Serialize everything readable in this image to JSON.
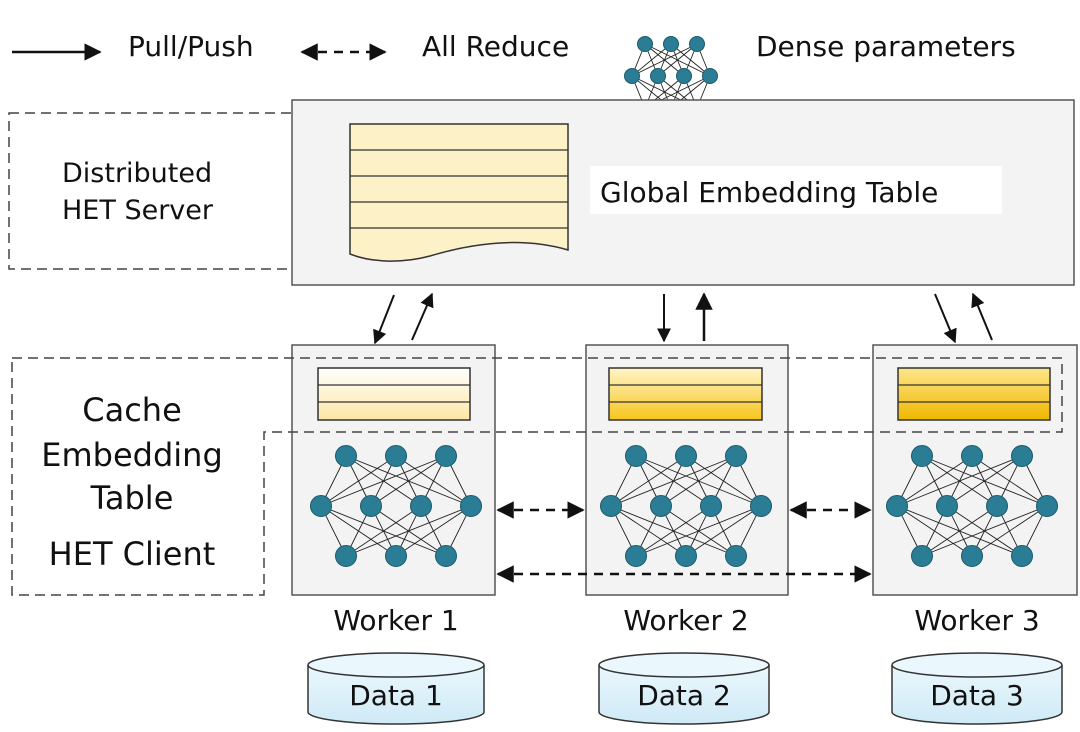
{
  "legend": {
    "pull_push": "Pull/Push",
    "all_reduce": "All Reduce",
    "dense_params": "Dense parameters"
  },
  "server": {
    "label_line1": "Distributed",
    "label_line2": "HET Server",
    "table_label": "Global Embedding Table"
  },
  "client": {
    "label_line1": "Cache",
    "label_line2": "Embedding",
    "label_line3": "Table",
    "label_line4": "HET Client"
  },
  "workers": [
    {
      "name": "Worker 1",
      "data": "Data 1"
    },
    {
      "name": "Worker 2",
      "data": "Data 2"
    },
    {
      "name": "Worker 3",
      "data": "Data 3"
    }
  ],
  "colors": {
    "node": "#2a7d94",
    "server_table": "#fdf3cf",
    "cache_light": "#fff6d6",
    "cache_mid": "#fde58a",
    "cache_dark": "#f5c000",
    "panel": "#f2f2f2",
    "db_fill": "#dff2fb"
  }
}
